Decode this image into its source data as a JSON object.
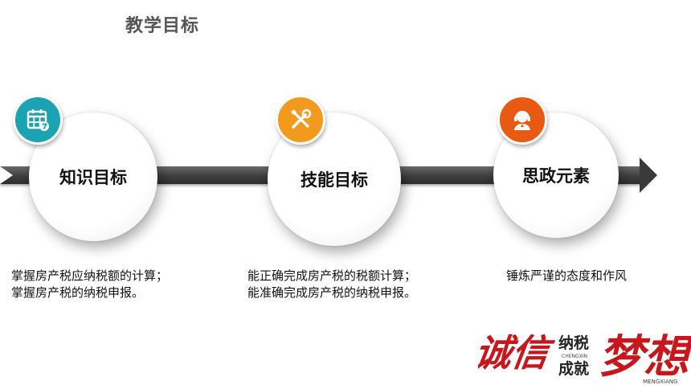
{
  "slide": {
    "title": "教学目标"
  },
  "steps": [
    {
      "label": "知识目标",
      "icon": "calendar-icon",
      "color": "#1aa3b3",
      "lines": [
        "掌握房产税应纳税额的计算；",
        "掌握房产税的纳税申报。"
      ]
    },
    {
      "label": "技能目标",
      "icon": "tools-icon",
      "color": "#f39a1e",
      "lines": [
        "能正确完成房产税的税额计算；",
        "能准确完成房产税的纳税申报。"
      ]
    },
    {
      "label": "思政元素",
      "icon": "headset-person-icon",
      "color": "#e85a11",
      "lines": [
        "锤炼严谨的态度和作风"
      ]
    }
  ],
  "logo": {
    "text_main_left": "诚信",
    "text_small_top": "纳税",
    "text_small_bottom": "成就",
    "text_main_right": "梦想",
    "pinyin_left": "CHENGXIN",
    "pinyin_right": "MENGXIANG",
    "color": "#c8161d"
  }
}
